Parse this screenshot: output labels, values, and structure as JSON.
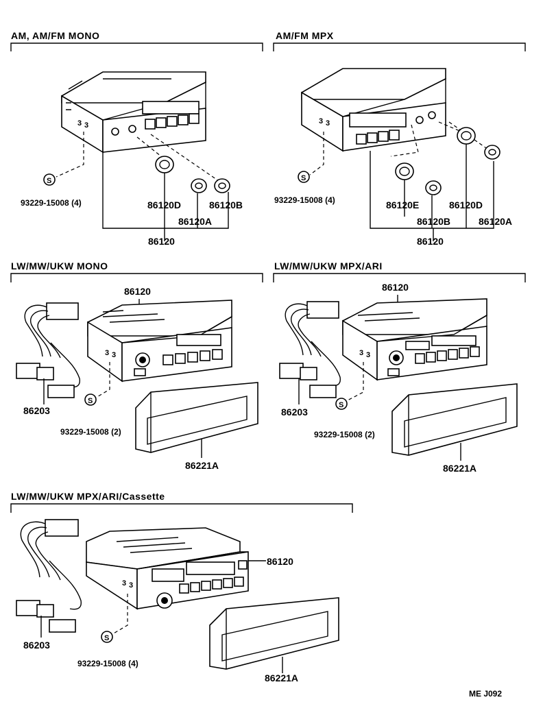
{
  "sections": {
    "am_mono": {
      "title": "AM, AM/FM  MONO",
      "screw": "93229-15008 (4)",
      "screw_symbol": "S",
      "main": "86120",
      "knob_d": "86120D",
      "knob_b": "86120B",
      "knob_a": "86120A"
    },
    "am_mpx": {
      "title": "AM/FM  MPX",
      "screw": "93229-15008 (4)",
      "screw_symbol": "S",
      "main": "86120",
      "knob_e": "86120E",
      "knob_d": "86120D",
      "knob_b": "86120B",
      "knob_a": "86120A"
    },
    "lw_mono": {
      "title": "LW/MW/UKW  MONO",
      "main": "86120",
      "harness": "86203",
      "screw": "93229-15008 (2)",
      "screw_symbol": "S",
      "bezel": "86221A"
    },
    "lw_mpx": {
      "title": "LW/MW/UKW  MPX/ARI",
      "main": "86120",
      "harness": "86203",
      "screw": "93229-15008 (2)",
      "screw_symbol": "S",
      "bezel": "86221A"
    },
    "lw_cass": {
      "title": "LW/MW/UKW  MPX/ARI/Cassette",
      "main": "86120",
      "harness": "86203",
      "screw": "93229-15008 (4)",
      "screw_symbol": "S",
      "bezel": "86221A"
    }
  },
  "footer_code": "ME  J092"
}
